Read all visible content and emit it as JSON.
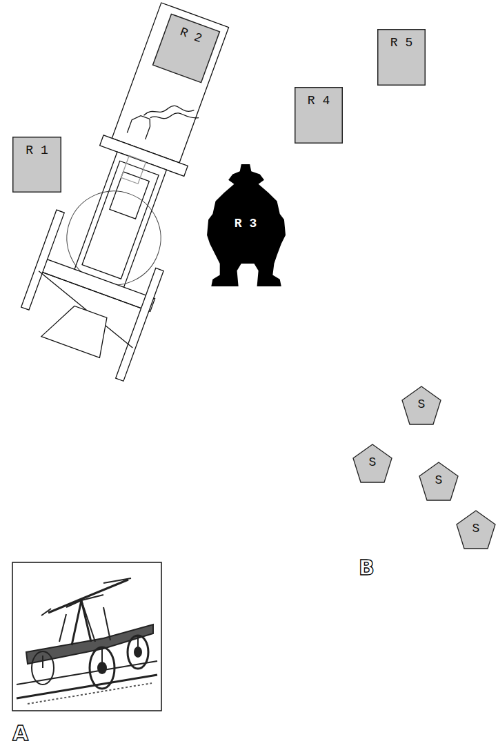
{
  "diagram": {
    "nodes": [
      {
        "text": [
          "R 1"
        ]
      },
      {
        "text": [
          "R 2"
        ]
      },
      {
        "text": [
          "R 3"
        ]
      },
      {
        "text": [
          "R 4"
        ]
      },
      {
        "text": [
          "R 5"
        ]
      },
      {
        "text": [
          "S"
        ]
      },
      {
        "text": [
          "S"
        ]
      },
      {
        "text": [
          "S"
        ]
      },
      {
        "text": [
          "S"
        ]
      }
    ],
    "labels": [
      "A",
      "B"
    ]
  }
}
